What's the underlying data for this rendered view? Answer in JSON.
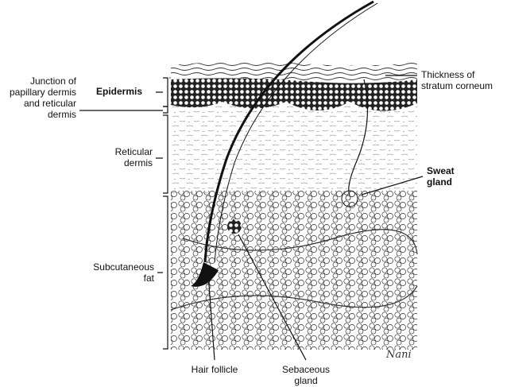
{
  "labels": {
    "junction": [
      "Junction of",
      "papillary dermis",
      "and reticular",
      "dermis"
    ],
    "epidermis": "Epidermis",
    "reticular": [
      "Reticular",
      "dermis"
    ],
    "subcutaneous": [
      "Subcutaneous",
      "fat"
    ],
    "stratum": [
      "Thickness of",
      "stratum corneum"
    ],
    "sweat": [
      "Sweat",
      "gland"
    ],
    "hair_follicle": "Hair follicle",
    "sebaceous": [
      "Sebaceous",
      "gland"
    ]
  },
  "signature": "Nani"
}
